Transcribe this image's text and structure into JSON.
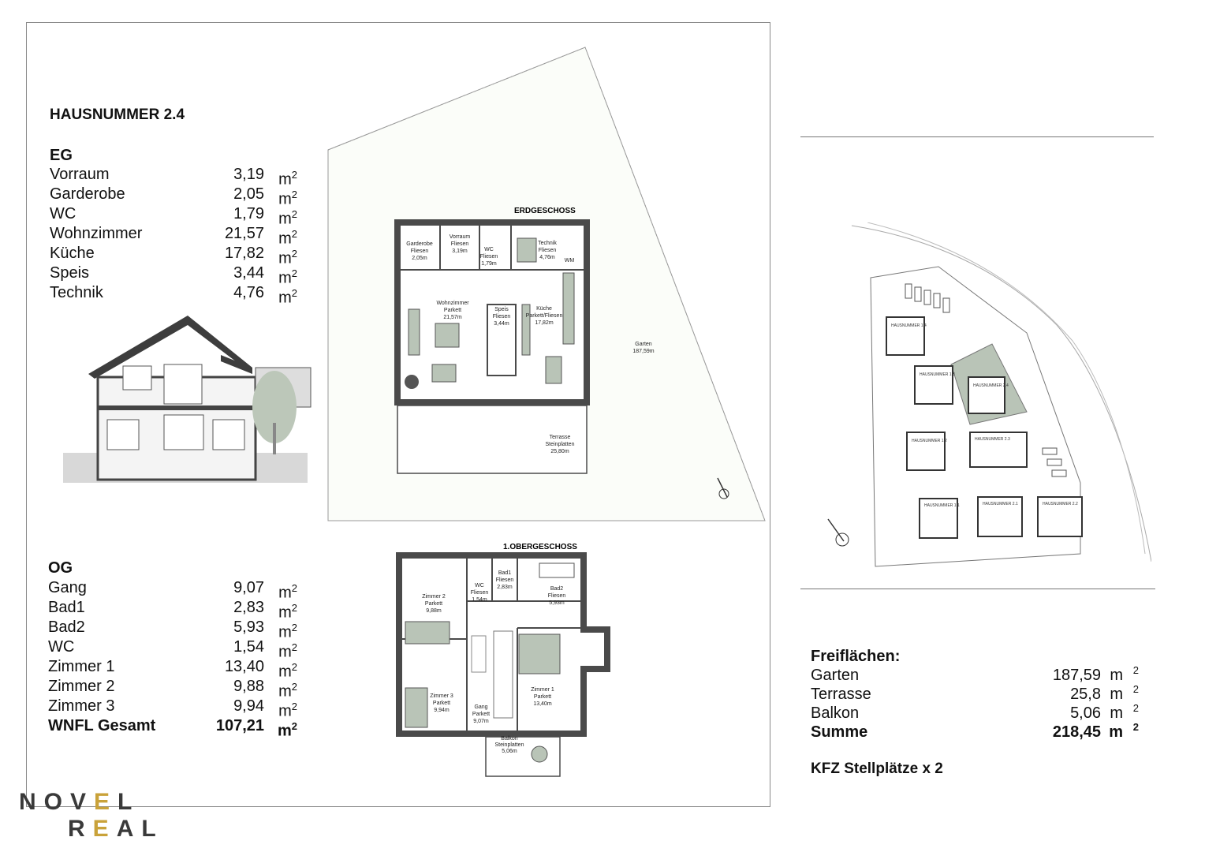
{
  "house_title": "HAUSNUMMER 2.4",
  "eg": {
    "heading": "EG",
    "rooms": [
      {
        "name": "Vorraum",
        "area": "3,19",
        "unit": "m"
      },
      {
        "name": "Garderobe",
        "area": "2,05",
        "unit": "m"
      },
      {
        "name": "WC",
        "area": "1,79",
        "unit": "m"
      },
      {
        "name": "Wohnzimmer",
        "area": "21,57",
        "unit": "m"
      },
      {
        "name": "Küche",
        "area": "17,82",
        "unit": "m"
      },
      {
        "name": "Speis",
        "area": "3,44",
        "unit": "m"
      },
      {
        "name": "Technik",
        "area": "4,76",
        "unit": "m"
      }
    ]
  },
  "og": {
    "heading": "OG",
    "rooms": [
      {
        "name": "Gang",
        "area": "9,07",
        "unit": "m"
      },
      {
        "name": "Bad1",
        "area": "2,83",
        "unit": "m"
      },
      {
        "name": "Bad2",
        "area": "5,93",
        "unit": "m"
      },
      {
        "name": "WC",
        "area": "1,54",
        "unit": "m"
      },
      {
        "name": "Zimmer 1",
        "area": "13,40",
        "unit": "m"
      },
      {
        "name": "Zimmer 2",
        "area": "9,88",
        "unit": "m"
      },
      {
        "name": "Zimmer 3",
        "area": "9,94",
        "unit": "m"
      }
    ],
    "total": {
      "name": "WNFL Gesamt",
      "area": "107,21",
      "unit": "m"
    }
  },
  "unit_exponent": "2",
  "freiflaechen": {
    "heading": "Freiflächen:",
    "items": [
      {
        "name": "Garten",
        "area": "187,59",
        "unit": "m"
      },
      {
        "name": "Terrasse",
        "area": "25,8",
        "unit": "m"
      },
      {
        "name": "Balkon",
        "area": "5,06",
        "unit": "m"
      }
    ],
    "sum": {
      "name": "Summe",
      "area": "218,45",
      "unit": "m"
    }
  },
  "parking": "KFZ Stellplätze x 2",
  "floorplan_eg": {
    "label": "ERDGESCHOSS",
    "rooms": {
      "vorraum": [
        "Vorraum",
        "Fliesen",
        "3,19m"
      ],
      "garderobe": [
        "Garderobe",
        "Fliesen",
        "2,05m"
      ],
      "wc": [
        "WC",
        "Fliesen",
        "1,79m"
      ],
      "technik": [
        "Technik",
        "Fliesen",
        "4,76m"
      ],
      "wohnzimmer": [
        "Wohnzimmer",
        "Parkett",
        "21,57m"
      ],
      "speis": [
        "Speis",
        "Fliesen",
        "3,44m"
      ],
      "kueche": [
        "Küche",
        "Parkett/Fliesen",
        "17,82m"
      ],
      "terrasse": [
        "Terrasse",
        "Steinplatten",
        "25,80m"
      ],
      "garten": [
        "Garten",
        "187,59m"
      ]
    },
    "wm_label": "WM"
  },
  "floorplan_og": {
    "label": "1.OBERGESCHOSS",
    "rooms": {
      "zimmer2": [
        "Zimmer 2",
        "Parkett",
        "9,88m"
      ],
      "wc": [
        "WC",
        "Fliesen",
        "1,54m"
      ],
      "bad1": [
        "Bad1",
        "Fliesen",
        "2,83m"
      ],
      "bad2": [
        "Bad2",
        "Fliesen",
        "5,93m"
      ],
      "zimmer3": [
        "Zimmer 3",
        "Parkett",
        "9,94m"
      ],
      "gang": [
        "Gang",
        "Parkett",
        "9,07m"
      ],
      "zimmer1": [
        "Zimmer 1",
        "Parkett",
        "13,40m"
      ],
      "balkon": [
        "Balkon",
        "Steinplatten",
        "5,06m"
      ]
    }
  },
  "site_plan": {
    "houses": [
      "HAUSNUMMER 1.4",
      "HAUSNUMMER 1.3",
      "HAUSNUMMER 2.4",
      "HAUSNUMMER 1.2",
      "HAUSNUMMER 2.3",
      "HAUSNUMMER 1.1",
      "HAUSNUMMER 2.1",
      "HAUSNUMMER 2.2"
    ]
  },
  "logo": {
    "line1": "NOVEL",
    "line2": "REAL"
  },
  "colors": {
    "accent_gold": "#c9a23a",
    "wall": "#4a4a4a",
    "plan_green": "#b9c4b7"
  }
}
